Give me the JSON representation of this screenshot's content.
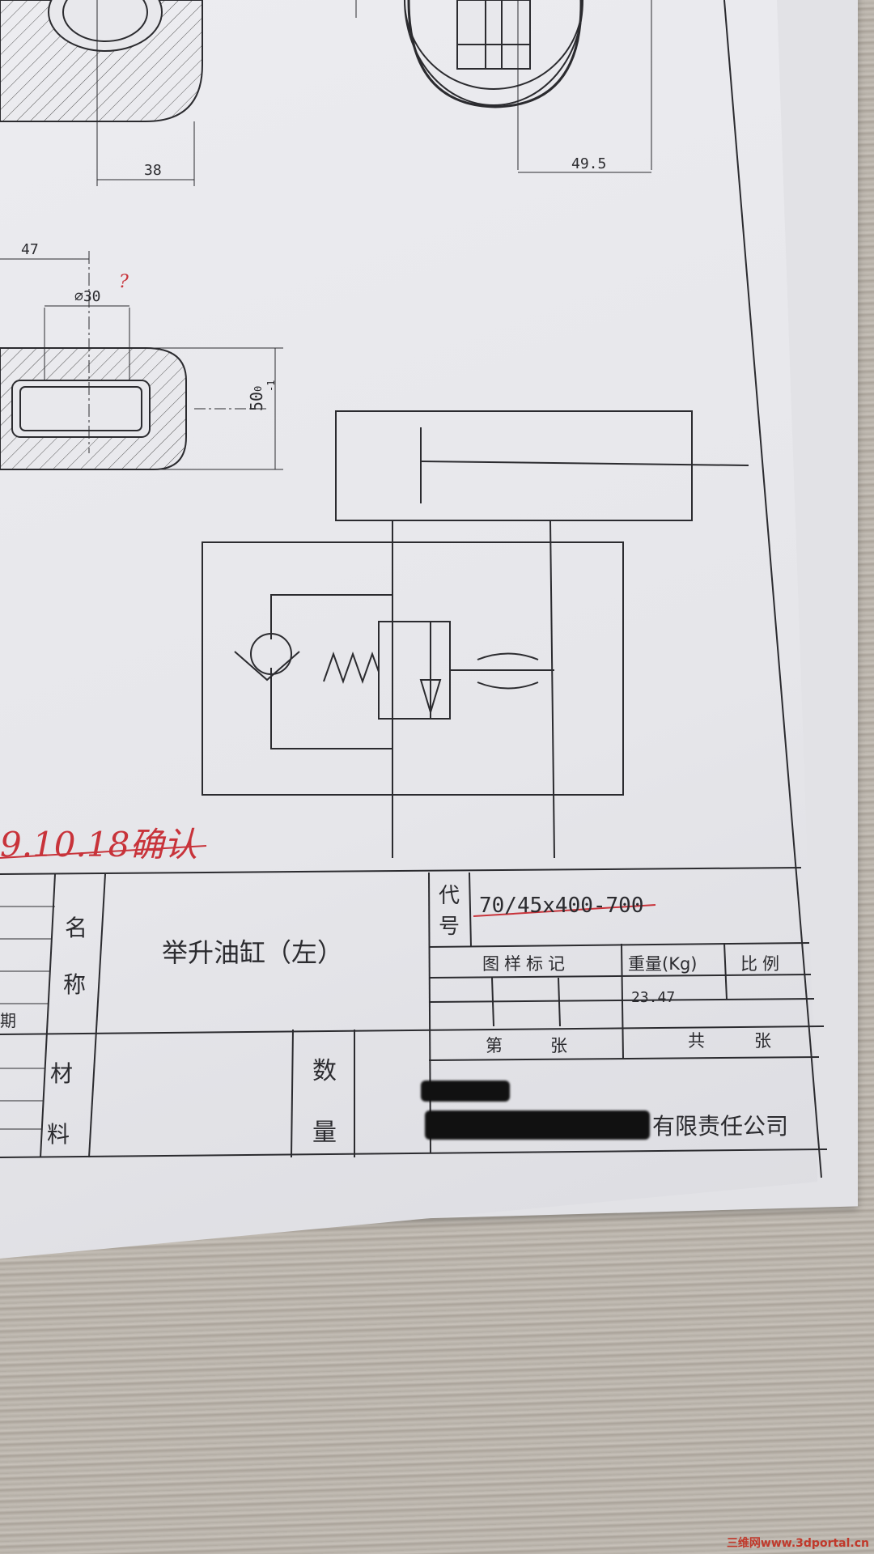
{
  "dimensions": {
    "d38": "38",
    "d49_5": "49.5",
    "d47": "47",
    "d_phi30": "∅30",
    "question_mark": "?",
    "d50": "50",
    "tol_upper": "0",
    "tol_lower": "-1"
  },
  "annotation": {
    "handwritten_date": "9.10.18确认"
  },
  "title_block": {
    "name_label_1": "名",
    "name_label_2": "称",
    "part_name": "举升油缸（左）",
    "code_label_1": "代",
    "code_label_2": "号",
    "code_value": "70/45x400-700",
    "pattern_mark_label": "图样标记",
    "weight_label": "重量(Kg)",
    "scale_label": "比例",
    "weight_value": "23.47",
    "sheet_label_1": "第",
    "sheet_label_2": "张",
    "total_label_1": "共",
    "total_label_2": "张",
    "material_label_1": "材",
    "material_label_2": "料",
    "quantity_label_1": "数",
    "quantity_label_2": "量",
    "company_suffix": "有限责任公司",
    "left_cut_label": "期"
  },
  "watermark": "三维网www.3dportal.cn",
  "colors": {
    "ink": "#2b2b2f",
    "red_ink": "#c8333a",
    "paper": "#e8e8ec"
  }
}
